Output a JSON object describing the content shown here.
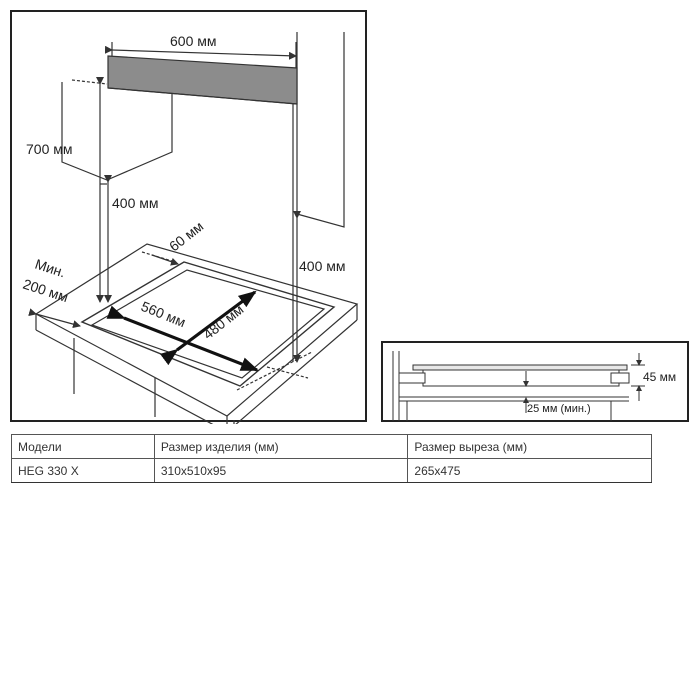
{
  "diagram": {
    "labels": {
      "width_600": "600 мм",
      "height_700": "700 мм",
      "height_400_left": "400 мм",
      "height_400_right": "400 мм",
      "gap_60": "60 мм",
      "min_200_line1": "Мин.",
      "min_200_line2": "200 мм",
      "dim_560": "560 мм",
      "dim_480": "480 мм"
    },
    "side_view": {
      "height_45": "45 мм",
      "gap_25": "25 мм (мин.)"
    }
  },
  "table": {
    "headers": [
      "Модели",
      "Размер изделия (мм)",
      "Размер выреза (мм)"
    ],
    "rows": [
      [
        "HEG 330 X",
        "310x510x95",
        "265x475"
      ]
    ]
  }
}
